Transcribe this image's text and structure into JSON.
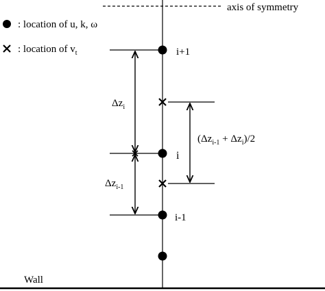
{
  "diagram": {
    "axis_label": "axis of symmetry",
    "wall_label": "Wall",
    "legend": {
      "dot_text": ": location of u, k, ω",
      "cross_text": ": location of v",
      "cross_sub": "t"
    },
    "node_labels": {
      "upper": "i+1",
      "middle": "i",
      "lower": "i-1"
    },
    "dim_upper": {
      "base": "Δz",
      "sub": "i"
    },
    "dim_lower": {
      "base": "Δz",
      "sub": "i-1"
    },
    "dim_mid": {
      "open": "(Δz",
      "sub1": "i-1",
      "plus": " + Δz",
      "sub2": "i",
      "close": ")/2"
    }
  }
}
